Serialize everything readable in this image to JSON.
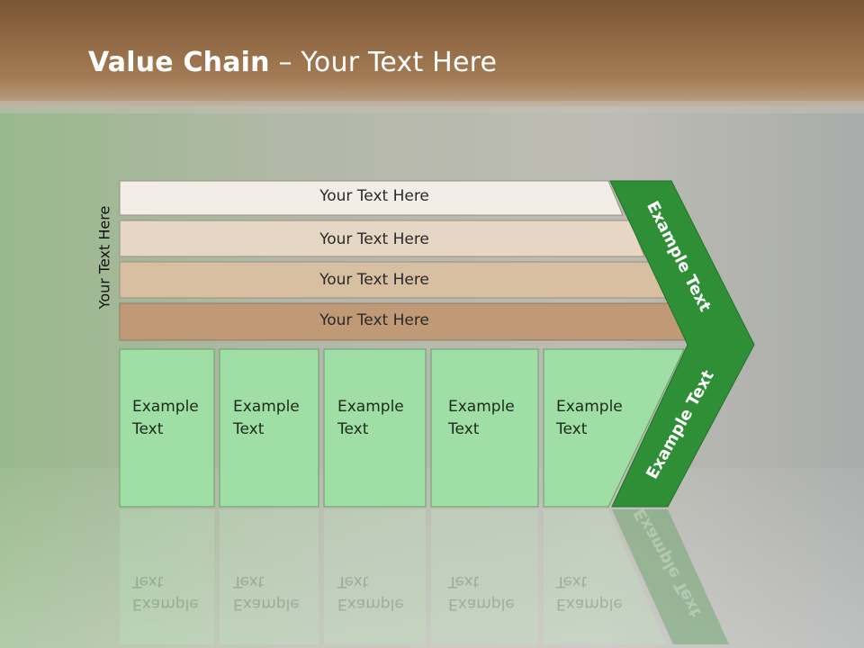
{
  "slide": {
    "title_bold": "Value Chain",
    "title_rest": " – Your Text Here",
    "side_label": "Your Text Here"
  },
  "bands": [
    {
      "label": "Your Text Here",
      "color": "#f2ede6"
    },
    {
      "label": "Your Text Here",
      "color": "#e6d7c5"
    },
    {
      "label": "Your Text Here",
      "color": "#d9bfa2"
    },
    {
      "label": "Your Text Here",
      "color": "#c09a76"
    }
  ],
  "columns": [
    {
      "label": "Example\nText"
    },
    {
      "label": "Example\nText"
    },
    {
      "label": "Example\nText"
    },
    {
      "label": "Example\nText"
    },
    {
      "label": "Example\nText"
    }
  ],
  "chevron": {
    "top_label": "Example Text",
    "bottom_label": "Example Text",
    "color": "#2f8f36"
  },
  "colors": {
    "header_brown": "#9a7048",
    "column_green": "#9fdea4",
    "column_border": "#6a9e6c"
  }
}
